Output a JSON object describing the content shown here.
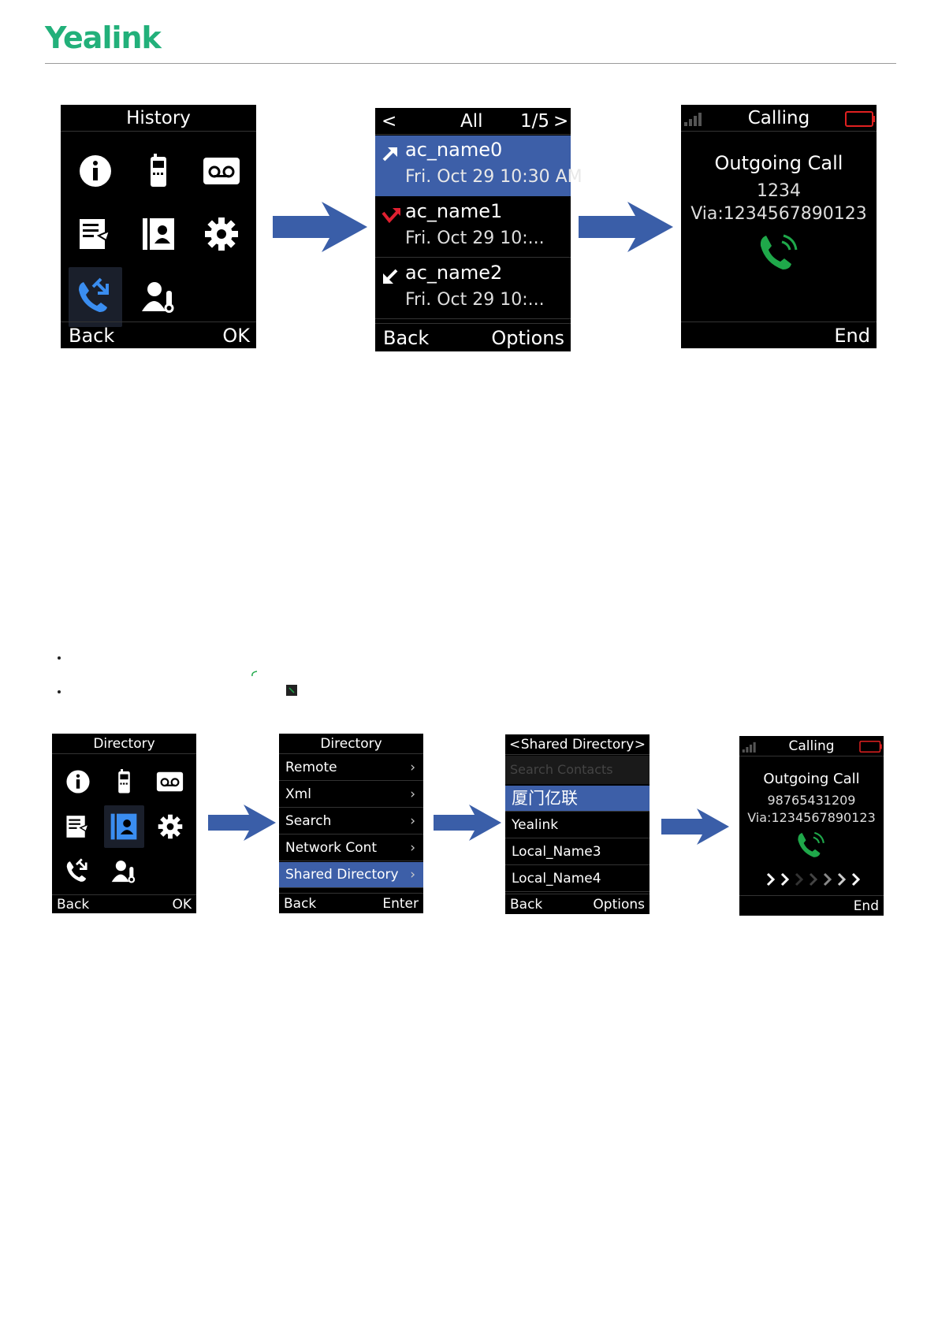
{
  "brand": {
    "logo_text": "Yealink",
    "logo_color": "#22b07a"
  },
  "colors": {
    "highlight": "#3d5fa8",
    "arrow": "#3a5ea8",
    "green": "#1fa84a",
    "battery": "#e02020"
  },
  "history_flow": {
    "menu": {
      "title": "History",
      "icons": [
        "info-icon",
        "handset-icon",
        "voicemail-icon",
        "message-icon",
        "contacts-icon",
        "settings-icon",
        "call-history-icon",
        "user-status-icon"
      ],
      "selected_icon": "call-history-icon",
      "back": "Back",
      "ok": "OK"
    },
    "list": {
      "left": "<",
      "title": "All",
      "page": "1/5",
      "right": ">",
      "entries": [
        {
          "name": "ac_name0",
          "time": "Fri. Oct 29 10:30 AM",
          "type": "outgoing-call-icon"
        },
        {
          "name": "ac_name1",
          "time": "Fri. Oct 29 10:...",
          "type": "missed-call-icon"
        },
        {
          "name": "ac_name2",
          "time": "Fri. Oct 29 10:...",
          "type": "incoming-call-icon"
        }
      ],
      "back": "Back",
      "options": "Options"
    },
    "calling": {
      "title": "Calling",
      "status": "Outgoing Call",
      "number": "1234",
      "via": "Via:1234567890123",
      "end": "End"
    }
  },
  "directory_flow": {
    "menu": {
      "title": "Directory",
      "icons": [
        "info-icon",
        "handset-icon",
        "voicemail-icon",
        "message-icon",
        "contacts-icon",
        "settings-icon",
        "call-history-icon",
        "user-status-icon"
      ],
      "selected_icon": "contacts-icon",
      "back": "Back",
      "ok": "OK"
    },
    "submenu": {
      "title": "Directory",
      "items": [
        "Remote",
        "Xml",
        "Search",
        "Network Cont",
        "Shared Directory"
      ],
      "selected_index": 4,
      "back": "Back",
      "enter": "Enter"
    },
    "shared": {
      "left": "<",
      "title": "Shared Directory",
      "right": ">",
      "search_placeholder": "Search Contacts",
      "contacts": [
        "厦门亿联",
        "Yealink",
        "Local_Name3",
        "Local_Name4"
      ],
      "selected_index": 0,
      "back": "Back",
      "options": "Options"
    },
    "calling": {
      "title": "Calling",
      "status": "Outgoing Call",
      "number": "98765431209",
      "via": "Via:1234567890123",
      "end": "End"
    }
  }
}
